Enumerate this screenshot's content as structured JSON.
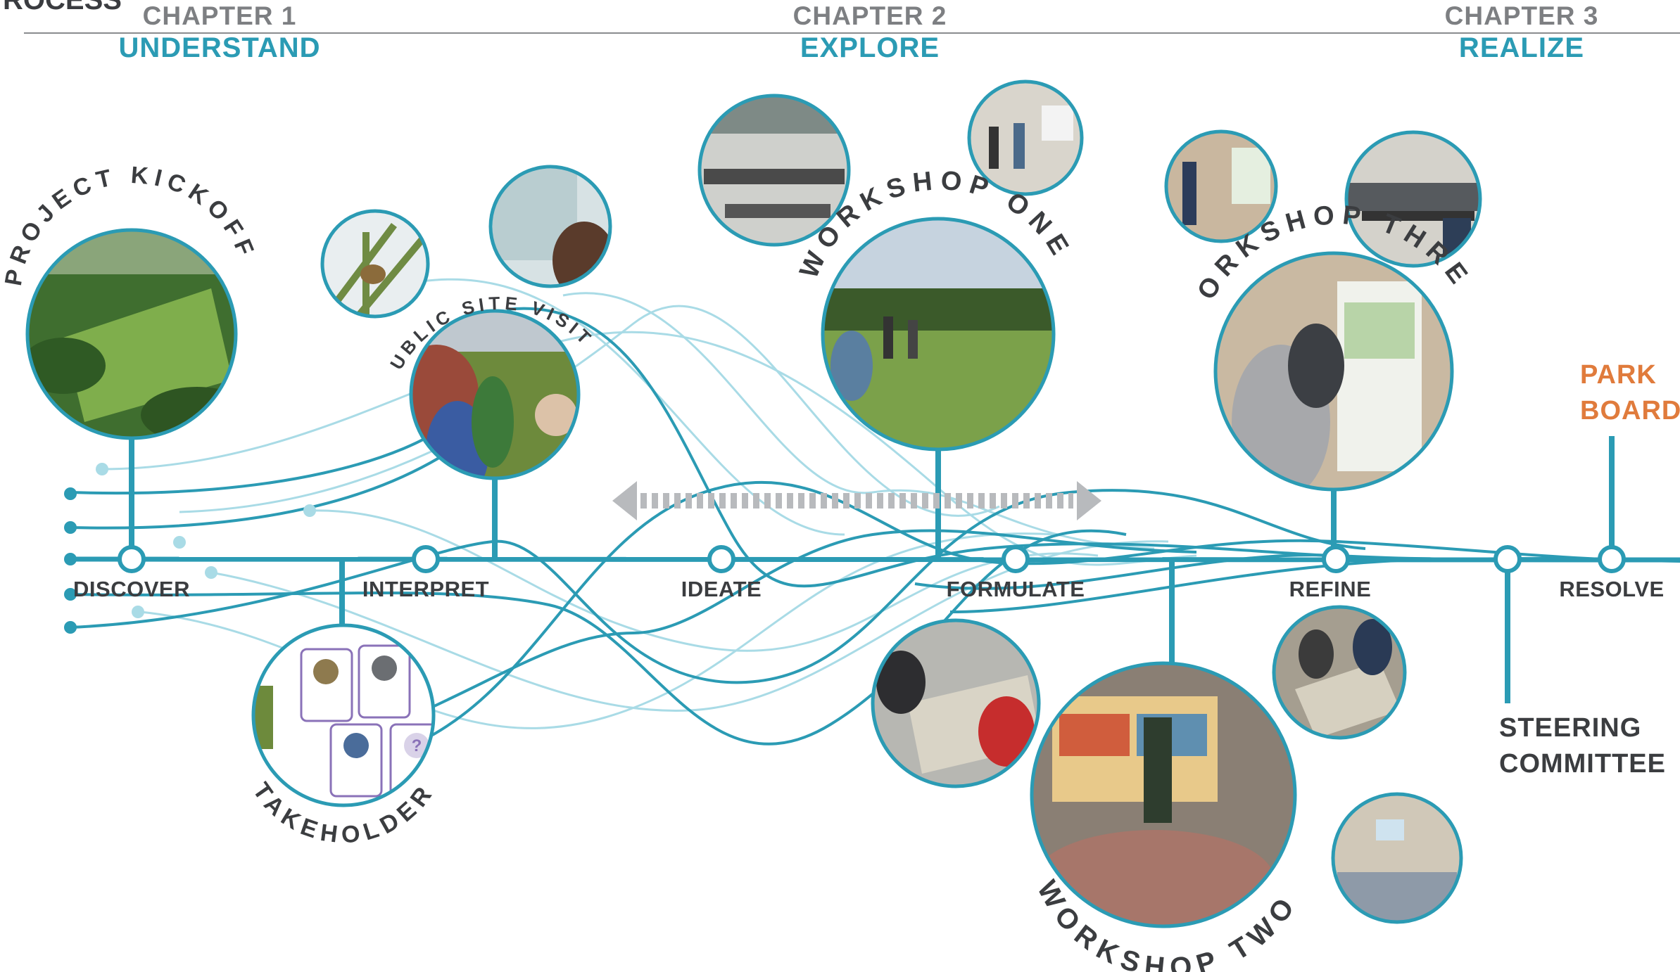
{
  "header": {
    "corner_fragment": "ROCESS",
    "chapters": [
      {
        "number": "CHAPTER 1",
        "name": "UNDERSTAND"
      },
      {
        "number": "CHAPTER 2",
        "name": "EXPLORE"
      },
      {
        "number": "CHAPTER 3",
        "name": "REALIZE"
      }
    ]
  },
  "phases": [
    "DISCOVER",
    "INTERPRET",
    "IDEATE",
    "FORMULATE",
    "REFINE",
    "RESOLVE"
  ],
  "events": {
    "project_kickoff": "PROJECT KICKOFF",
    "public_site_visits": "PUBLIC SITE VISITS",
    "stakeholders": "STAKEHOLDERS",
    "workshop_one": "WORKSHOP ONE",
    "workshop_two": "WORKSHOP TWO",
    "workshop_three": "WORKSHOP THREE"
  },
  "bodies": {
    "park_board": [
      "PARK",
      "BOARD"
    ],
    "steering_committee": [
      "STEERING",
      "COMMITTEE"
    ]
  },
  "colors": {
    "teal": "#2b9bb4",
    "light_teal": "#a9dbe6",
    "gray_text": "#3b3d40",
    "chapter_gray": "#7d7f82",
    "orange": "#e07b3c",
    "arrow_gray": "#b8babd"
  }
}
